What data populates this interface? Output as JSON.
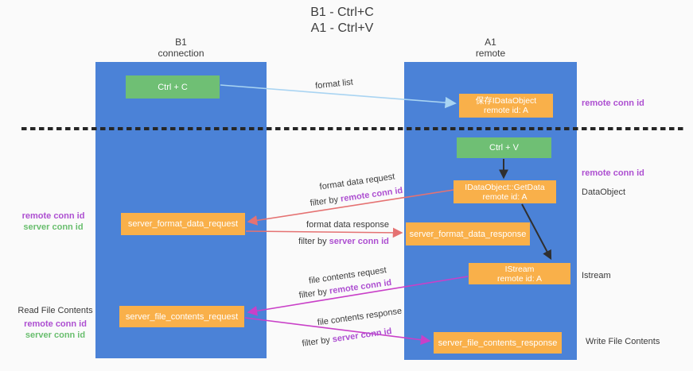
{
  "title": {
    "line1": "B1 - Ctrl+C",
    "line2": "A1 - Ctrl+V"
  },
  "lanes": {
    "left": {
      "title": "B1",
      "subtitle": "connection"
    },
    "right": {
      "title": "A1",
      "subtitle": "remote"
    }
  },
  "nodes": {
    "ctrl_c": {
      "label": "Ctrl + C"
    },
    "save_idataobject": {
      "line1": "保存IDataObject",
      "line2": "remote id: A"
    },
    "ctrl_v": {
      "label": "Ctrl + V"
    },
    "getdata": {
      "line1": "IDataObject::GetData",
      "line2": "remote id: A"
    },
    "format_request": {
      "label": "server_format_data_request"
    },
    "format_response": {
      "label": "server_format_data_response"
    },
    "istream": {
      "line1": "IStream",
      "line2": "remote id: A"
    },
    "file_request": {
      "label": "server_file_contents_request"
    },
    "file_response": {
      "label": "server_file_contents_response"
    }
  },
  "arrow_labels": {
    "format_list": "format list",
    "format_data_request": "format data request",
    "format_data_response": "format data response",
    "file_contents_request": "file contents request",
    "file_contents_response": "file contents response",
    "filter_by": "filter by"
  },
  "side_labels": {
    "remote_conn_id": "remote conn id",
    "server_conn_id": "server conn id",
    "dataobject": "DataObject",
    "istream": "Istream",
    "read_file_contents": "Read File Contents",
    "write_file_contents": "Write File Contents"
  },
  "colors": {
    "background": "#fafafa",
    "lane_blue": "#4b82d7",
    "node_orange": "#f9b04a",
    "node_green": "#6fbf74",
    "arrow_blue": "#a9d4f2",
    "arrow_red": "#e57272",
    "arrow_magenta": "#c940c8",
    "arrow_black": "#2f2f2f",
    "text_purple": "#ad4fd1",
    "text_green": "#69be6e",
    "divider_black": "#262626"
  }
}
